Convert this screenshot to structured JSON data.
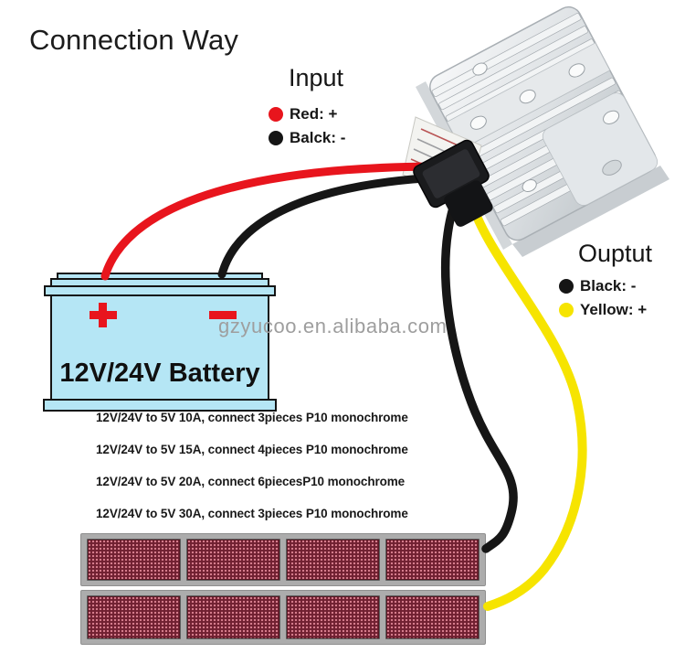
{
  "page": {
    "title": "Connection Way",
    "background": "#ffffff"
  },
  "input_legend": {
    "title": "Input",
    "items": [
      {
        "label": "Red: +",
        "color": "#e8151d"
      },
      {
        "label": "Balck: -",
        "color": "#151515"
      }
    ]
  },
  "output_legend": {
    "title": "Ouptut",
    "items": [
      {
        "label": "Black: -",
        "color": "#151515"
      },
      {
        "label": "Yellow: +",
        "color": "#f6e400"
      }
    ]
  },
  "battery": {
    "label": "12V/24V Battery",
    "terminals": {
      "positive": "+",
      "negative": "-"
    },
    "body_color": "#b5e6f5",
    "terminal_color": "#e8151d"
  },
  "watermark": {
    "text": "gzyucoo.en.alibaba.com",
    "color": "#9e9e9e"
  },
  "spec_lines": [
    "12V/24V to 5V 10A, connect 3pieces P10 monochrome",
    "12V/24V to 5V 15A, connect 4pieces P10 monochrome",
    "12V/24V to 5V 20A, connect 6piecesP10 monochrome",
    "12V/24V to 5V 30A, connect 3pieces P10 monochrome"
  ],
  "wires": {
    "input_positive": "#e8151d",
    "input_negative": "#161616",
    "output_negative": "#161616",
    "output_positive": "#f6e400"
  },
  "led_display": {
    "rows": 2,
    "panels_per_row": 4,
    "frame_color": "#acacac",
    "panel_color": "#702031",
    "dot_color": "#df8595"
  }
}
